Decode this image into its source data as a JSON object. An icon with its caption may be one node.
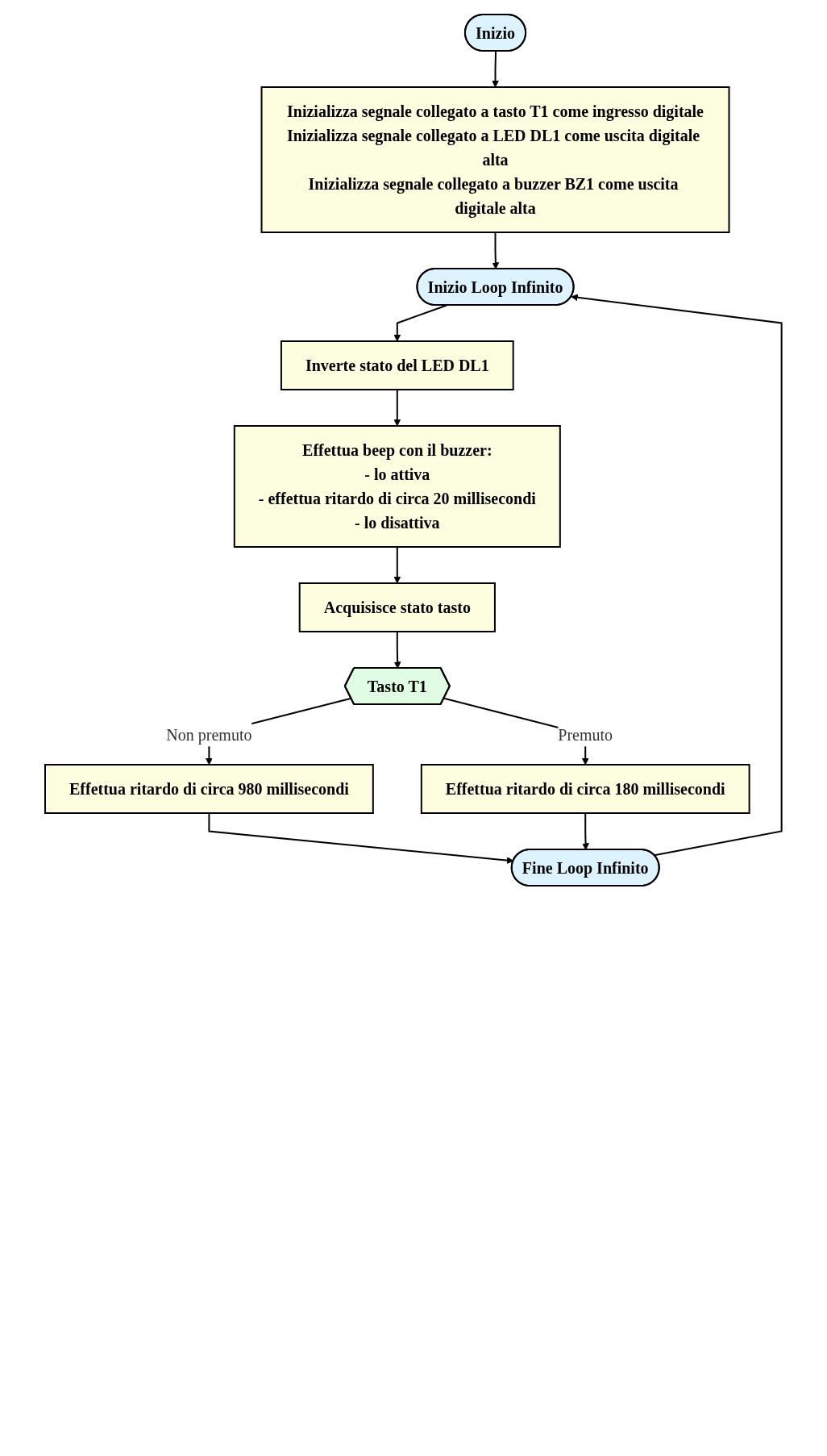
{
  "diagram": {
    "nodes": [
      {
        "text": [
          "Inizio"
        ]
      },
      {
        "text": [
          "Inizializza segnale collegato a tasto T1 come ingresso digitale",
          "Inizializza segnale collegato a LED DL1 come uscita digitale alta",
          "Inizializza segnale collegato a buzzer BZ1 come uscita digitale alta"
        ]
      },
      {
        "text": [
          "Inizio Loop Infinito"
        ]
      },
      {
        "text": [
          "Inverte stato del LED DL1"
        ]
      },
      {
        "text": [
          "Effettua beep con il buzzer:",
          "- lo attiva",
          "- effettua ritardo di circa 20 millisecondi",
          "- lo disattiva"
        ]
      },
      {
        "text": [
          "Acquisisce stato tasto"
        ]
      },
      {
        "text": [
          "Tasto T1"
        ]
      },
      {
        "text": [
          "Effettua ritardo di circa 980 millisecondi"
        ]
      },
      {
        "text": [
          "Effettua ritardo di circa 180 millisecondi"
        ]
      },
      {
        "text": [
          "Fine Loop Infinito"
        ]
      }
    ],
    "edges": [
      {
        "from": 0,
        "to": 1,
        "arrow": "to"
      },
      {
        "from": 1,
        "to": 2,
        "arrow": "to"
      },
      {
        "from": 2,
        "to": 3,
        "arrow": "to"
      },
      {
        "from": 3,
        "to": 4,
        "arrow": "to"
      },
      {
        "from": 4,
        "to": 5,
        "arrow": "to"
      },
      {
        "from": 5,
        "to": 6,
        "arrow": "to"
      },
      {
        "from": 6,
        "to": 7,
        "arrow": "to",
        "label": "Non premuto"
      },
      {
        "from": 6,
        "to": 8,
        "arrow": "to",
        "label": "Premuto"
      },
      {
        "from": 7,
        "to": 9,
        "arrow": "to"
      },
      {
        "from": 8,
        "to": 9,
        "arrow": "to"
      },
      {
        "from": 9,
        "to": 2,
        "arrow": "to"
      }
    ]
  }
}
